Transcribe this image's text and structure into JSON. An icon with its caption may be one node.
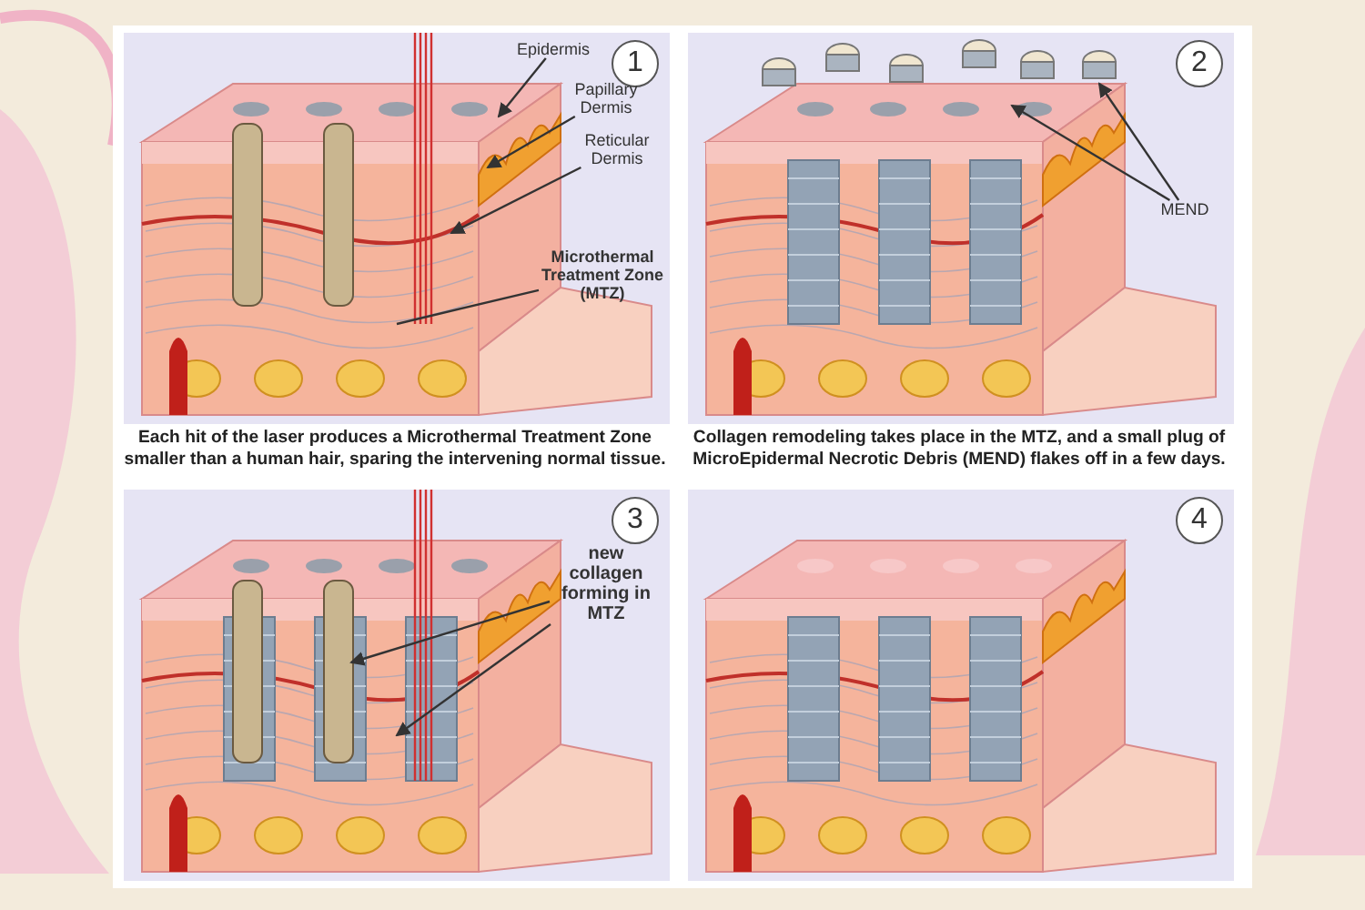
{
  "diagram": {
    "nodes": [
      {
        "text": [
          "1"
        ]
      },
      {
        "text": [
          "Epidermis"
        ]
      },
      {
        "text": [
          "Papillary Dermis"
        ]
      },
      {
        "text": [
          "Reticular Dermis"
        ]
      },
      {
        "text": [
          "Microthermal Treatment Zone (MTZ)"
        ]
      },
      {
        "text": [
          "2"
        ]
      },
      {
        "text": [
          "MEND"
        ]
      },
      {
        "text": [
          "3"
        ]
      },
      {
        "text": [
          "new collagen forming in MTZ"
        ]
      },
      {
        "text": [
          "4"
        ]
      }
    ],
    "edges": [
      {
        "from": 1,
        "to": null,
        "arrow": "to"
      },
      {
        "from": 2,
        "to": null,
        "arrow": "to"
      },
      {
        "from": 3,
        "to": null,
        "arrow": "to"
      },
      {
        "from": 4,
        "to": null,
        "arrow": "none"
      },
      {
        "from": 6,
        "to": null,
        "arrow": "to"
      },
      {
        "from": 6,
        "to": null,
        "arrow": "to"
      },
      {
        "from": 8,
        "to": null,
        "arrow": "to"
      },
      {
        "from": 8,
        "to": null,
        "arrow": "to"
      }
    ],
    "labels": [
      "Each hit of the laser produces a Microthermal Treatment Zone smaller than a human hair, sparing the intervening normal tissue.",
      "Collagen remodeling takes place in the MTZ, and a small plug of MicroEpidermal Necrotic Debris (MEND) flakes off in a few days."
    ]
  }
}
